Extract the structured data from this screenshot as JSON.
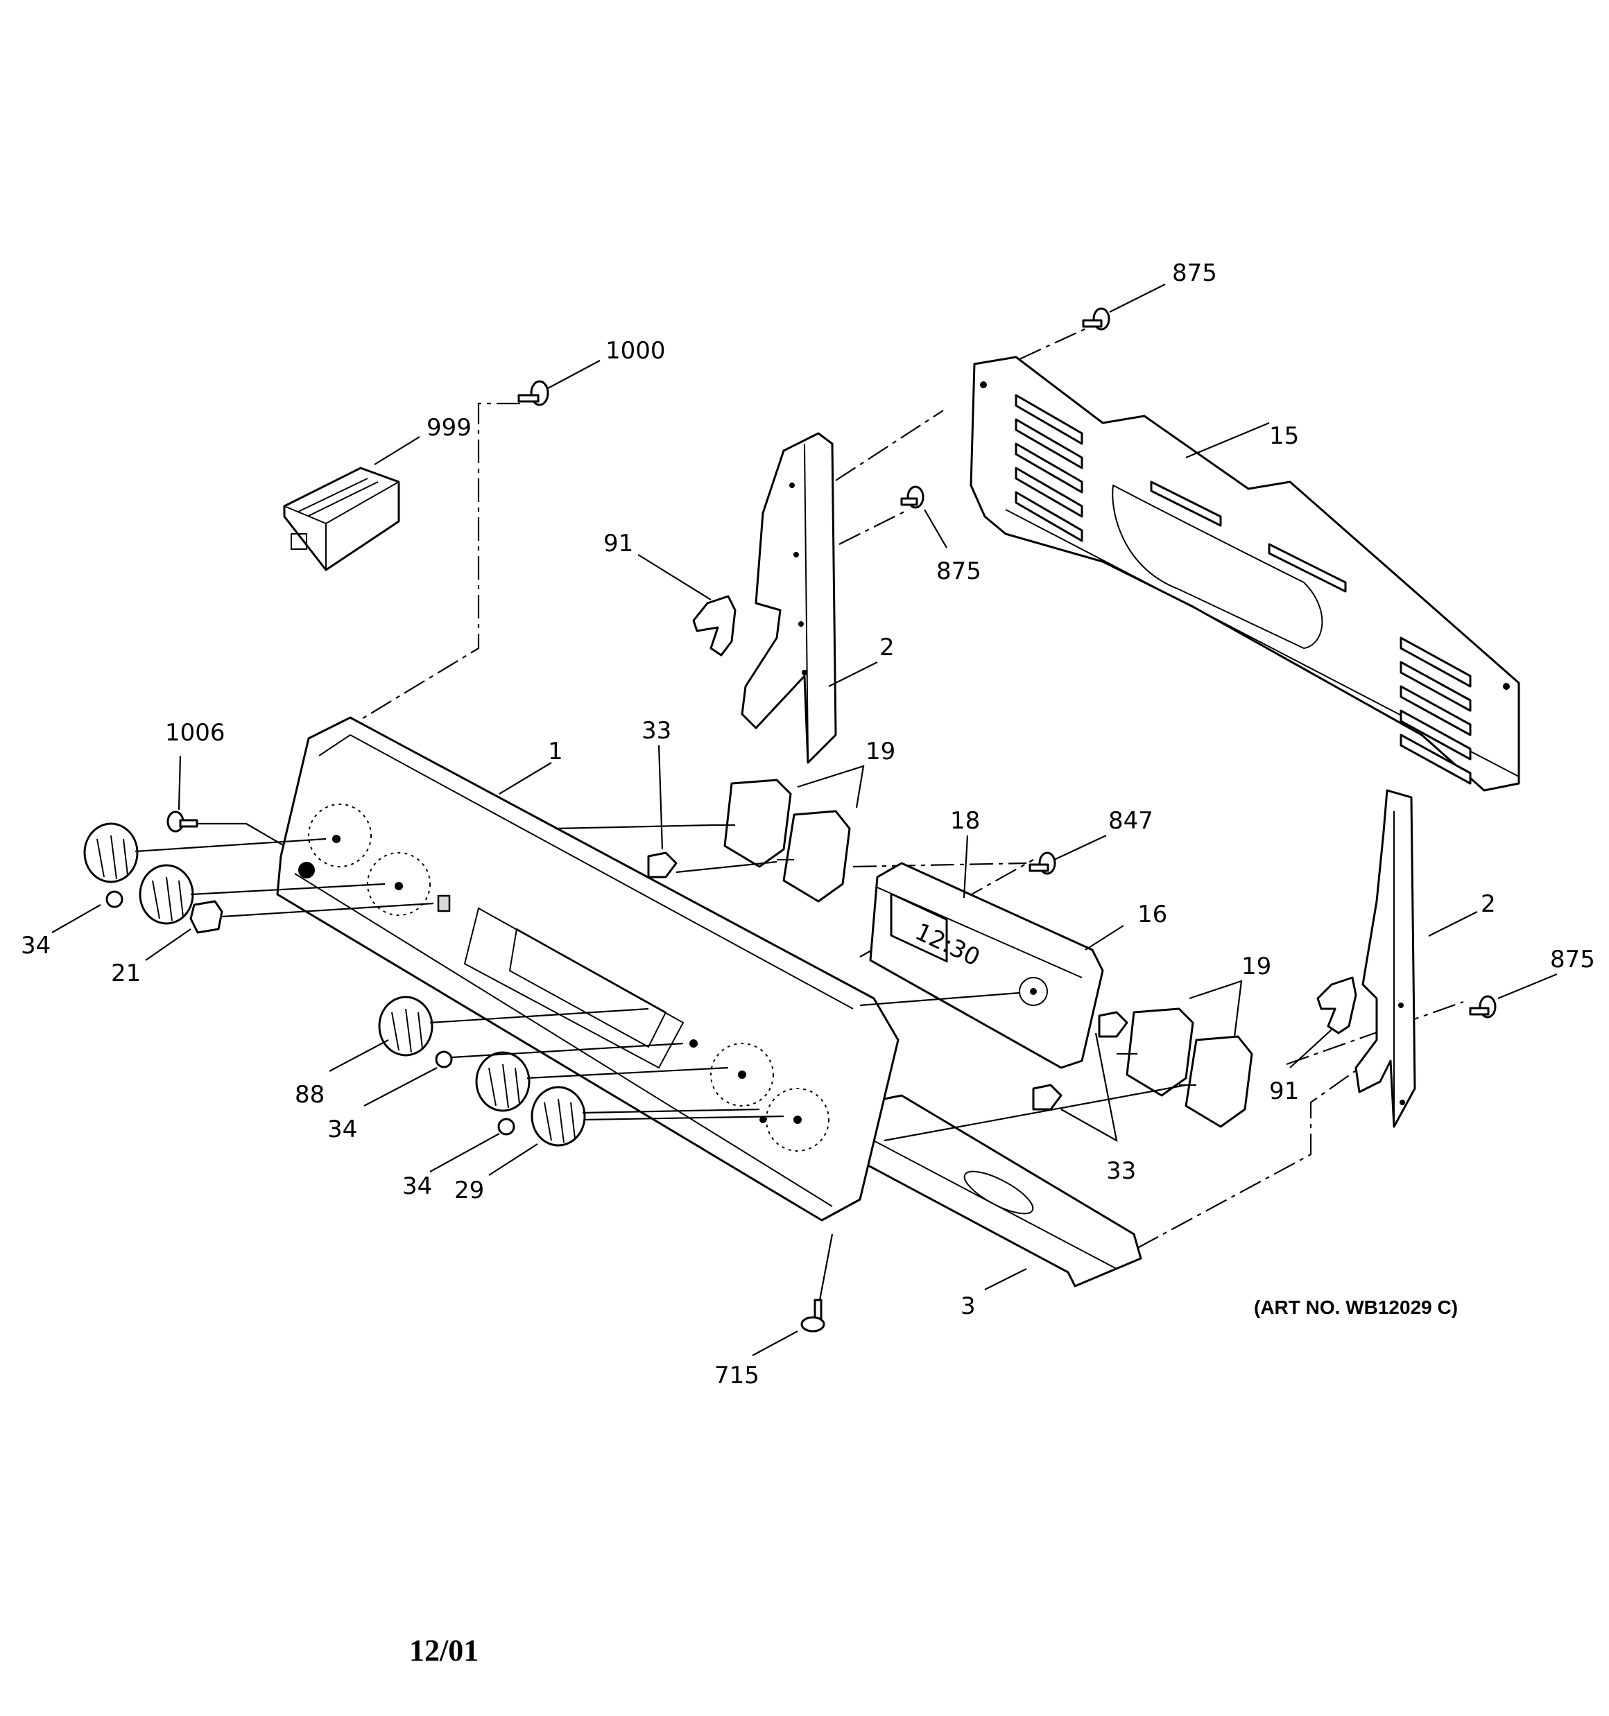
{
  "callouts": {
    "c875_a": "875",
    "c1000": "1000",
    "c999": "999",
    "c15": "15",
    "c91_a": "91",
    "c875_b": "875",
    "c2_a": "2",
    "c1006": "1006",
    "c33_a": "33",
    "c1": "1",
    "c19_a": "19",
    "c18": "18",
    "c847": "847",
    "c16": "16",
    "c2_b": "2",
    "c34_a": "34",
    "c21": "21",
    "c19_b": "19",
    "c875_c": "875",
    "c88": "88",
    "c34_b": "34",
    "c91_b": "91",
    "c33_b": "33",
    "c34_c": "34",
    "c29": "29",
    "c3": "3",
    "c715": "715"
  },
  "art_number": "(ART NO. WB12029 C)",
  "date_code": "12/01",
  "display_time": "12:30"
}
